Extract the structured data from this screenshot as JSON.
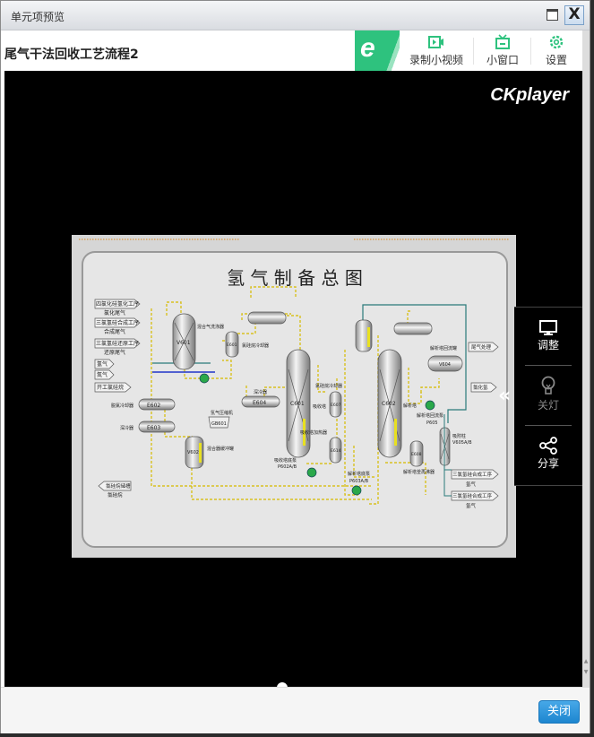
{
  "window": {
    "title": "单元项预览",
    "maximize_label": "",
    "close_glyph": "X"
  },
  "document": {
    "title": "尾气干法回收工艺流程2"
  },
  "toolbar": {
    "logo_glyph": "e",
    "items": [
      {
        "label": "录制小视频",
        "icon": "video-record-icon"
      },
      {
        "label": "小窗口",
        "icon": "tv-icon"
      },
      {
        "label": "设置",
        "icon": "gear-icon"
      }
    ],
    "accent": "#2ec27e"
  },
  "player": {
    "brand": "CKplayer",
    "side_menu": [
      {
        "label": "调整",
        "icon": "monitor-icon"
      },
      {
        "label": "关灯",
        "icon": "lightbulb-icon"
      },
      {
        "label": "分享",
        "icon": "share-icon"
      }
    ],
    "collapse_glyph": "«",
    "progress": 0.48
  },
  "diagram": {
    "title": "氢 气 制 备 总 图",
    "inputs": [
      "四氯化硅氢化工序",
      "氯化尾气",
      "三氯氢硅合成工序",
      "合成尾气",
      "三氯氢硅还原工序",
      "还原尾气",
      "氢气",
      "氮气",
      "开工氯硅烷"
    ],
    "equipment": [
      {
        "tag": "V601",
        "label": "混合气洗涤器"
      },
      {
        "tag": "E601",
        "label": "氯硅烷冷却器"
      },
      {
        "tag": "E602",
        "label": "脱氯冷却器"
      },
      {
        "tag": "E603",
        "label": "深冷器"
      },
      {
        "tag": "GB601",
        "label": "氢气压缩机"
      },
      {
        "tag": "V602",
        "label": "混合器缓冲罐"
      },
      {
        "tag": "E604",
        "label": "深冷器"
      },
      {
        "tag": "C601",
        "label": "吸收塔"
      },
      {
        "tag": "E607",
        "label": "氯硅烷冷却器"
      },
      {
        "tag": "E614",
        "label": "吸收塔加热器"
      },
      {
        "tag": "P602A/B",
        "label": "吸收塔底泵"
      },
      {
        "tag": "P603A/B",
        "label": "解析塔底泵"
      },
      {
        "tag": "C602",
        "label": "解析塔"
      },
      {
        "tag": "E608",
        "label": "解析塔釜再沸器"
      },
      {
        "tag": "V604",
        "label": "解析塔回流罐"
      },
      {
        "tag": "P605",
        "label": "解析塔回流泵"
      },
      {
        "tag": "V605A/B",
        "label": "吸附柱"
      }
    ],
    "outputs": [
      "尾气处理",
      "氯化氢",
      "三氯氢硅合成工序",
      "氢气",
      "三氯氢硅合成工序",
      "氢气",
      "氯硅烷储槽",
      "氯硅烷"
    ]
  },
  "footer": {
    "close_label": "关闭"
  }
}
